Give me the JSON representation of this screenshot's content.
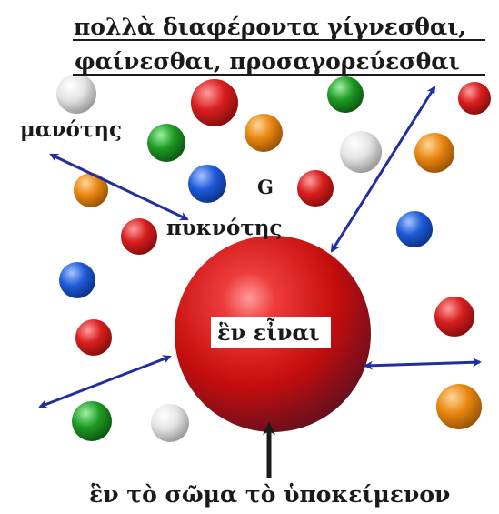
{
  "title": {
    "line1": "πολλὰ διαφέροντα γίγνεσθαι,",
    "line2": "φαίνεσθαι, προσαγορεύεσθαι"
  },
  "labels": {
    "rarity": "μανότης",
    "density": "πυκνότης",
    "center": "ἓν εἶναι",
    "bottom": "ἓν τὸ σῶμα τὸ ὑποκείμενον",
    "g_mark": "G"
  },
  "colors": {
    "red": "#d81e1e",
    "green": "#1e9a24",
    "orange": "#e8860f",
    "blue": "#1e5ad8",
    "white": "#ececec",
    "arrow": "#1f2f9e",
    "dark_arrow": "#1a1a1a",
    "g_mark": "#c8401a"
  },
  "spheres": [
    {
      "color": "white"
    },
    {
      "color": "red"
    },
    {
      "color": "green"
    },
    {
      "color": "red"
    },
    {
      "color": "green"
    },
    {
      "color": "orange"
    },
    {
      "color": "white"
    },
    {
      "color": "orange"
    },
    {
      "color": "orange"
    },
    {
      "color": "blue"
    },
    {
      "color": "red"
    },
    {
      "color": "red"
    },
    {
      "color": "blue"
    },
    {
      "color": "blue"
    },
    {
      "color": "red"
    },
    {
      "color": "red"
    },
    {
      "color": "orange"
    },
    {
      "color": "green"
    },
    {
      "color": "white"
    }
  ]
}
